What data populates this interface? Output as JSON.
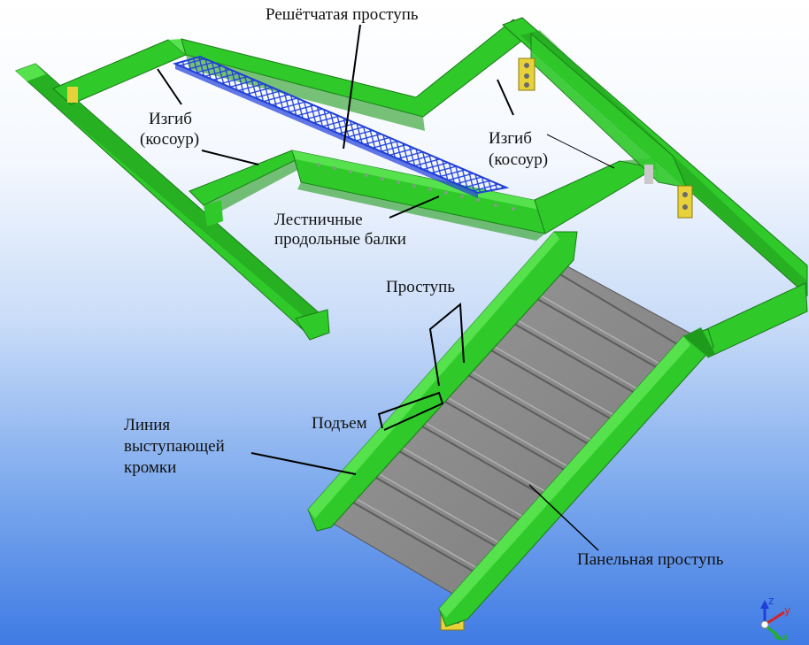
{
  "labels": {
    "grating_tread": "Решётчатая проступь",
    "bend_left_1": "Изгиб",
    "bend_left_2": "(косоур)",
    "bend_right_1": "Изгиб",
    "bend_right_2": "(косоур)",
    "stringers_1": "Лестничные",
    "stringers_2": "продольные балки",
    "tread": "Проступь",
    "riser": "Подъем",
    "nosing_1": "Линия",
    "nosing_2": "выступающей",
    "nosing_3": "кромки",
    "panel_tread": "Панельная проступь"
  },
  "axis_triad": {
    "z": "z",
    "y": "y",
    "x": "x"
  },
  "colors": {
    "beam": "#2fc92a",
    "beam_light": "#55e24d",
    "beam_dark": "#1f9a1c",
    "grating": "#1f3fd8",
    "steps": "#8a8a8a",
    "plate": "#e8d23a",
    "leader": "#000000"
  }
}
